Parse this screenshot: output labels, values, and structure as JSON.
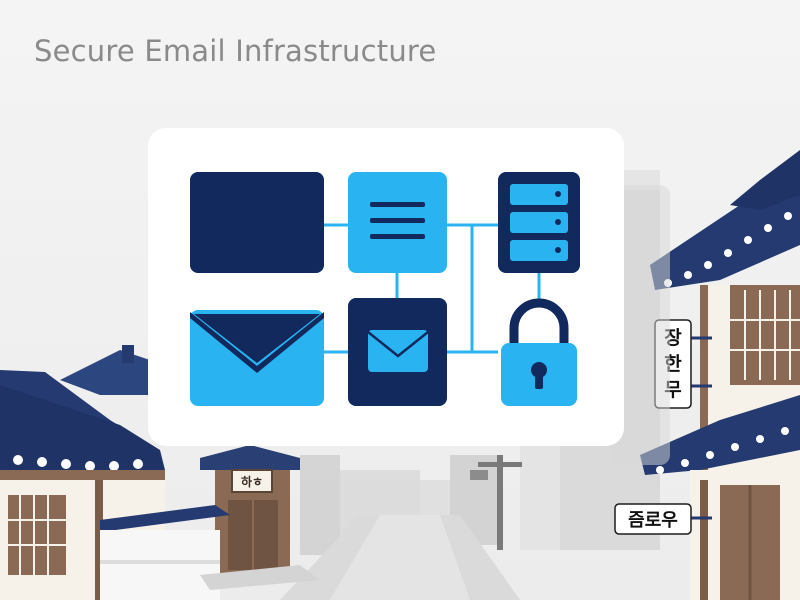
{
  "header": {
    "title": "Secure Email Infrastructure"
  },
  "signs": {
    "vertical": "장한무",
    "horizontal": "즘로우",
    "small": "하ㅎ"
  },
  "colors": {
    "navy": "#12295e",
    "light_blue": "#29b3f1",
    "card": "#ffffff",
    "background": "#f3f3f3",
    "roof_navy": "#243a70",
    "wood": "#8a6a55",
    "text_gray": "#8a8a8a"
  },
  "icons": [
    "window-icon",
    "document-icon",
    "server-icon",
    "envelope-icon",
    "mail-icon",
    "padlock-icon"
  ]
}
